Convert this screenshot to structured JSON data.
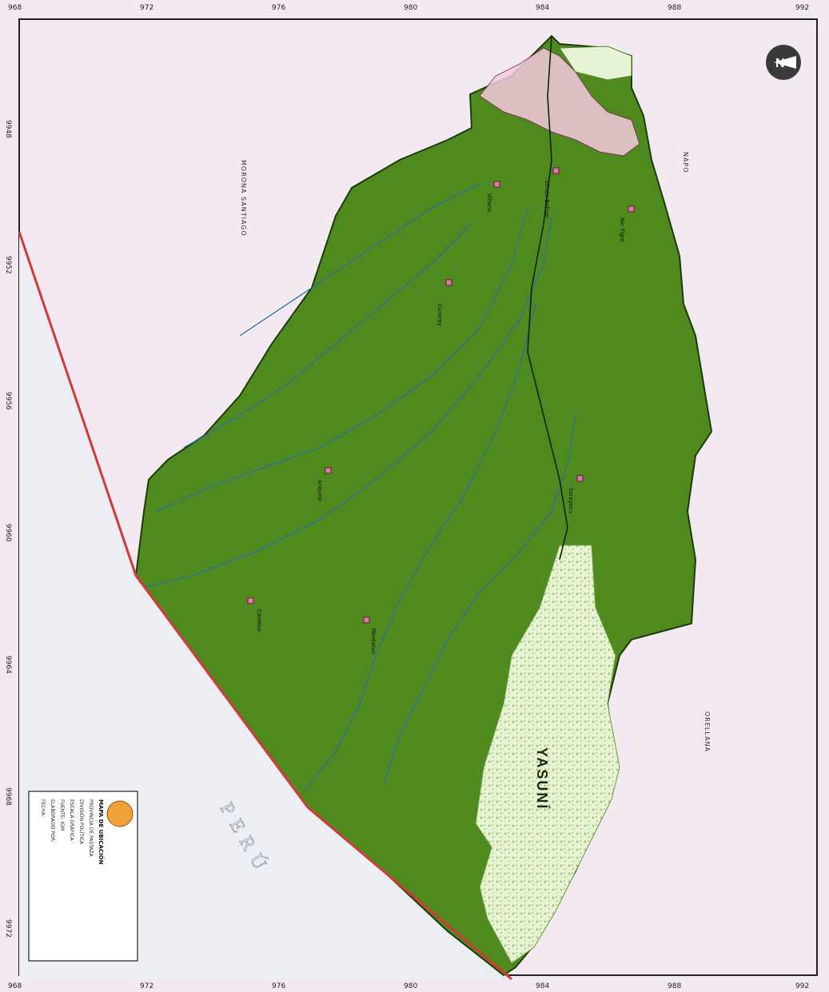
{
  "map": {
    "top_ticks": [
      "968",
      "972",
      "976",
      "980",
      "984",
      "988",
      "992"
    ],
    "bottom_ticks": [
      "968",
      "972",
      "976",
      "980",
      "984",
      "988",
      "992"
    ],
    "left_ticks": [
      "9948",
      "9952",
      "9956",
      "9960",
      "9964",
      "9968",
      "9972"
    ],
    "neighbors": {
      "north_west": "MORONA SANTIAGO",
      "north_east": "NAPO",
      "east": "ORELLANA",
      "south": "PERÚ"
    },
    "park_label": "YASUNÍ",
    "compass_letter": "N",
    "places": [
      {
        "name": "Curaray"
      },
      {
        "name": "Villano"
      },
      {
        "name": "Arajuno"
      },
      {
        "name": "Canelos"
      },
      {
        "name": "Montalvo"
      },
      {
        "name": "Sarayacu"
      },
      {
        "name": "Rio Tigre"
      },
      {
        "name": "Simón Bolívar"
      }
    ],
    "legend": {
      "title": "MAPA DE UBICACIÓN",
      "subtitle": "PROVINCIA DE PASTAZA",
      "lines": [
        "DIVISIÓN POLÍTICA",
        "ESCALA GRÁFICA",
        "FUENTE: IGM",
        "ELABORADO POR:",
        "FECHA:"
      ]
    },
    "colors": {
      "province_fill": "#4f8a1f",
      "park_fill": "#d8ecc0",
      "background": "#f3e9f1",
      "border_red": "#d23a3a",
      "river": "#2b6fa0",
      "urban_fill": "#f4c9de"
    }
  }
}
